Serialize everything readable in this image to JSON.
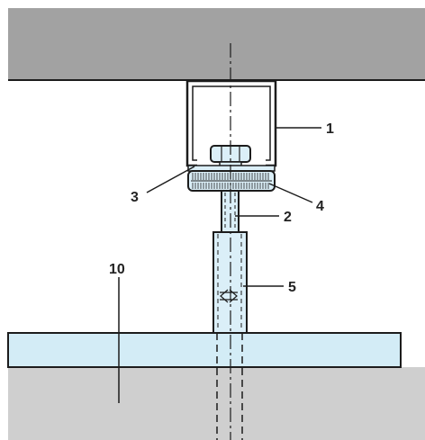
{
  "callouts": {
    "c1": "1",
    "c2": "2",
    "c3": "3",
    "c4": "4",
    "c5": "5",
    "c10": "10"
  },
  "colors": {
    "ceiling": "#a2a2a2",
    "floor": "#cfcfcf",
    "screed": "#d3ecf6",
    "metal": "#dbeff8",
    "line": "#1c1c1c"
  }
}
